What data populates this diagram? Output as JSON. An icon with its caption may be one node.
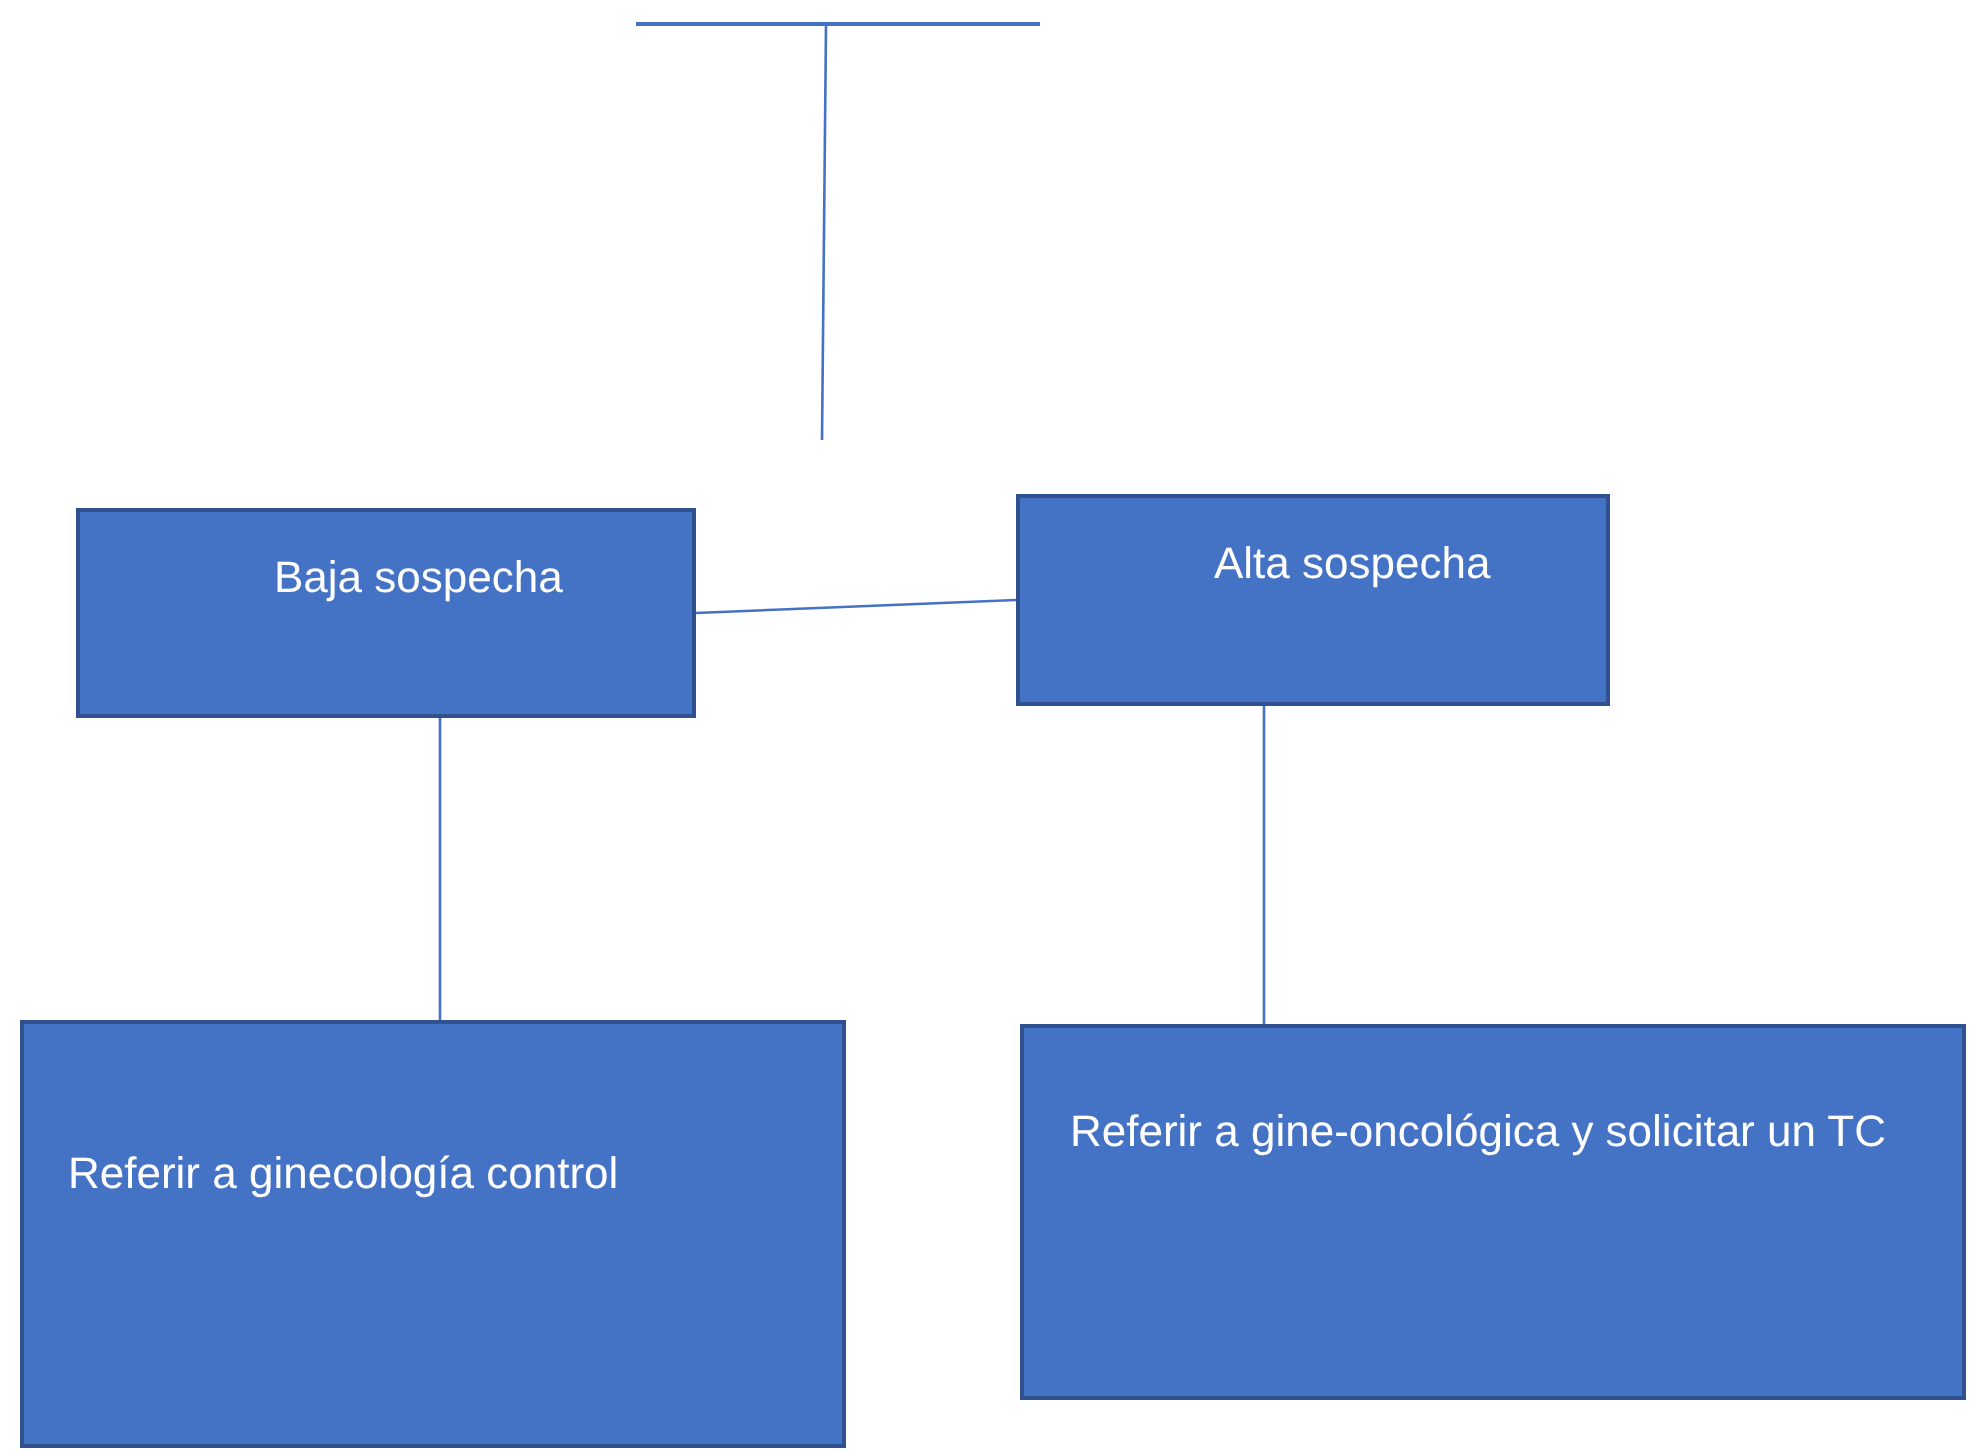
{
  "diagram": {
    "nodes": [
      {
        "text": [],
        "shape": "bar"
      },
      {
        "text": [
          "Baja sospecha"
        ]
      },
      {
        "text": [
          "Alta sospecha"
        ]
      },
      {
        "text": [
          "Referir a ginecología control"
        ]
      },
      {
        "text": [
          "Referir a gine-oncológica y solicitar un TC"
        ]
      }
    ],
    "edges": [
      {
        "from": 0,
        "to": null,
        "arrow": "none"
      },
      {
        "from": 1,
        "to": 2,
        "arrow": "none"
      },
      {
        "from": 1,
        "to": 3,
        "arrow": "none"
      },
      {
        "from": 2,
        "to": 4,
        "arrow": "none"
      }
    ]
  }
}
